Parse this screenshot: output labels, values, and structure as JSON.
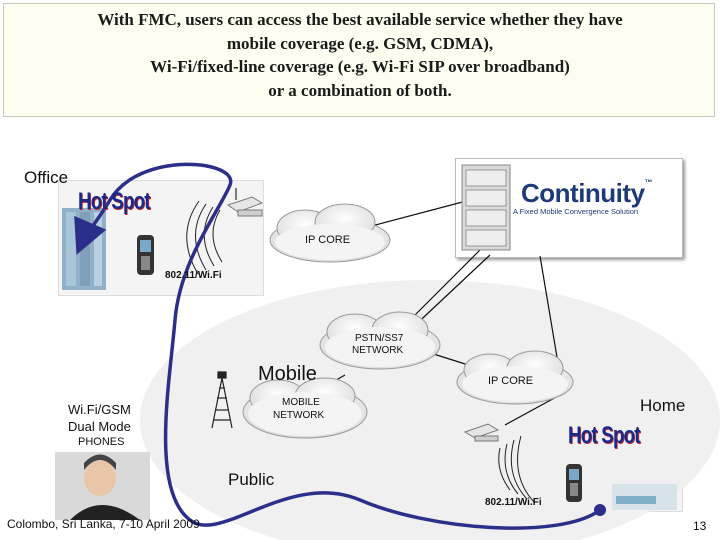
{
  "banner": {
    "text": "With FMC, users can access the best available service whether they have\nmobile coverage (e.g. GSM, CDMA),\nWi-Fi/fixed-line coverage (e.g. Wi-Fi SIP over broadband)\nor a combination of both."
  },
  "zones": {
    "office": "Office",
    "mobile": "Mobile",
    "home": "Home",
    "public": "Public"
  },
  "clouds": {
    "ipcore_top": "IP CORE",
    "pstn_line1": "PSTN/SS7",
    "pstn_line2": "NETWORK",
    "ipcore_right": "IP CORE",
    "mobile_net_line1": "MOBILE",
    "mobile_net_line2": "NETWORK"
  },
  "labels": {
    "wifi_office": "802.11/Wi.Fi",
    "wifi_home": "802.11/Wi.Fi",
    "phones_line1": "Wi.Fi/GSM",
    "phones_line2": "Dual Mode",
    "phones_line3": "PHONES"
  },
  "hotspot": {
    "office": "Hot Spot",
    "home": "Hot Spot"
  },
  "continuity": {
    "logo": "Continuity",
    "tm": "™",
    "tagline": "A Fixed Mobile Convergence Solution"
  },
  "footer": {
    "event": "Colombo, Sri Lanka, 7-10 April 2009",
    "page": "13"
  },
  "colors": {
    "path_stroke": "#2b2f8a",
    "hotspot_fill": "#1a2a8a",
    "hotspot_stroke": "#c0282a",
    "cloud": "#ffffff"
  }
}
